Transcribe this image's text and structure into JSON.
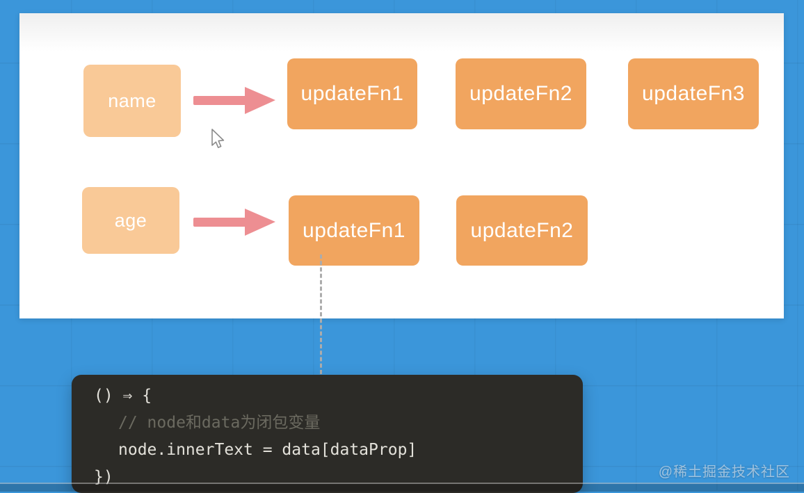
{
  "diagram": {
    "rows": [
      {
        "source": {
          "label": "name"
        },
        "targets": [
          {
            "label": "updateFn1"
          },
          {
            "label": "updateFn2"
          },
          {
            "label": "updateFn3"
          }
        ]
      },
      {
        "source": {
          "label": "age"
        },
        "targets": [
          {
            "label": "updateFn1"
          },
          {
            "label": "updateFn2"
          }
        ]
      }
    ]
  },
  "code_block": {
    "lines": [
      {
        "text": "() ⇒ {",
        "type": "code"
      },
      {
        "text": "// node和data为闭包变量",
        "type": "comment"
      },
      {
        "text": "node.innerText = data[dataProp]",
        "type": "code"
      },
      {
        "text": "})",
        "type": "code"
      }
    ]
  },
  "watermark": {
    "text": "@稀土掘金技术社区"
  },
  "colors": {
    "background_blue": "#3b96da",
    "source_box": "#f9c997",
    "fn_box": "#f1a55f",
    "arrow_pink": "#ed8e92",
    "code_background": "#2c2b27",
    "code_text": "#e3e1da",
    "comment_text": "#6b6a60"
  }
}
